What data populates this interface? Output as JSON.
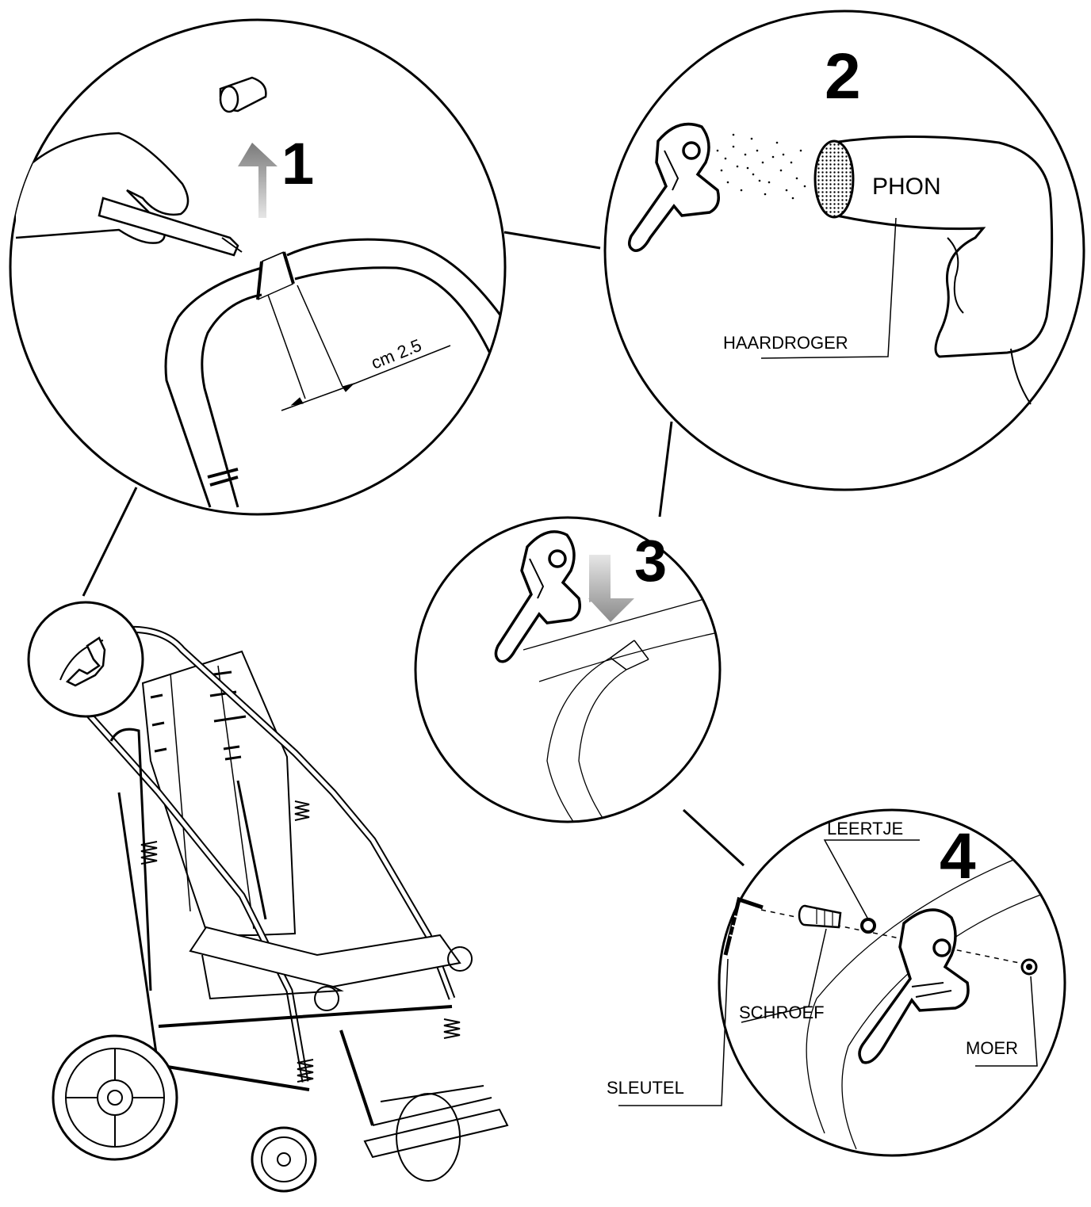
{
  "steps": [
    {
      "number": "1",
      "dimension": "cm 2.5"
    },
    {
      "number": "2",
      "device_label": "PHON",
      "callout": "HAARDROGER"
    },
    {
      "number": "3"
    },
    {
      "number": "4",
      "washer": "LEERTJE",
      "screw": "SCHROEF",
      "nut": "MOER",
      "key": "SLEUTEL"
    }
  ],
  "colors": {
    "ink": "#000000",
    "paper": "#ffffff",
    "arrow_up": "#888888",
    "arrow_down": "#aaaaaa"
  },
  "icons": [
    "box-cutter-icon",
    "cap-icon",
    "brake-lever-icon",
    "hair-dryer-icon",
    "allen-key-icon",
    "screw-icon",
    "washer-icon",
    "nut-icon",
    "wheelchair-icon"
  ]
}
